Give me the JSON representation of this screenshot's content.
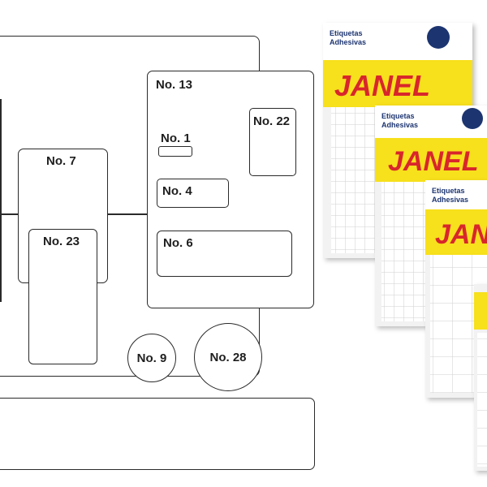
{
  "labels": {
    "no13": "No. 13",
    "no1": "No. 1",
    "no22": "No. 22",
    "no4": "No. 4",
    "no6": "No. 6",
    "no7": "No. 7",
    "no23": "No. 23",
    "no9": "No. 9",
    "no28": "No. 28"
  },
  "packages": {
    "brand": "JANEL",
    "title_line1": "Etiquetas",
    "title_line2": "Adhesivas",
    "subtitle": "Adhesive Labels"
  },
  "colors": {
    "brand_red": "#d8262c",
    "band_yellow": "#f7e01c",
    "badge_navy": "#1c3470",
    "outline": "#2a2a2a"
  }
}
